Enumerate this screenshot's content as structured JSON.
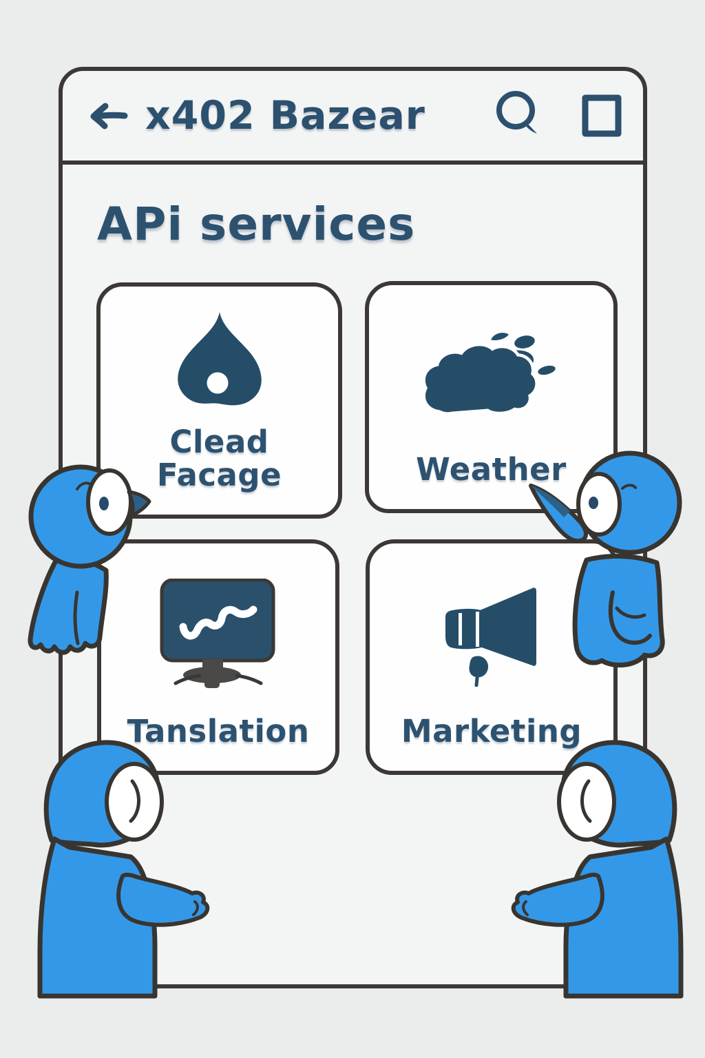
{
  "header": {
    "title": "x402 Bazear",
    "back_icon": "back-arrow",
    "search_icon": "magnifying-glass",
    "window_icon": "square-outline"
  },
  "main": {
    "heading": "APi services"
  },
  "services": [
    {
      "label": "Clead Facage",
      "icon": "drop-blob"
    },
    {
      "label": "Weather",
      "icon": "clouds"
    },
    {
      "label": "Tanslation",
      "icon": "monitor-wave"
    },
    {
      "label": "Marketing",
      "icon": "megaphone"
    }
  ],
  "characters": [
    {
      "name": "blue-bird-left"
    },
    {
      "name": "blue-bird-right"
    },
    {
      "name": "hooded-figure-bottom-left"
    },
    {
      "name": "hooded-figure-bottom-right"
    }
  ],
  "colors": {
    "background": "#ebecec",
    "frame_fill": "#f3f4f4",
    "card_fill": "#fefefe",
    "outline": "#3b3835",
    "text_navy": "#2d5270",
    "icon_navy": "#264d68",
    "character_blue": "#3498e8"
  }
}
